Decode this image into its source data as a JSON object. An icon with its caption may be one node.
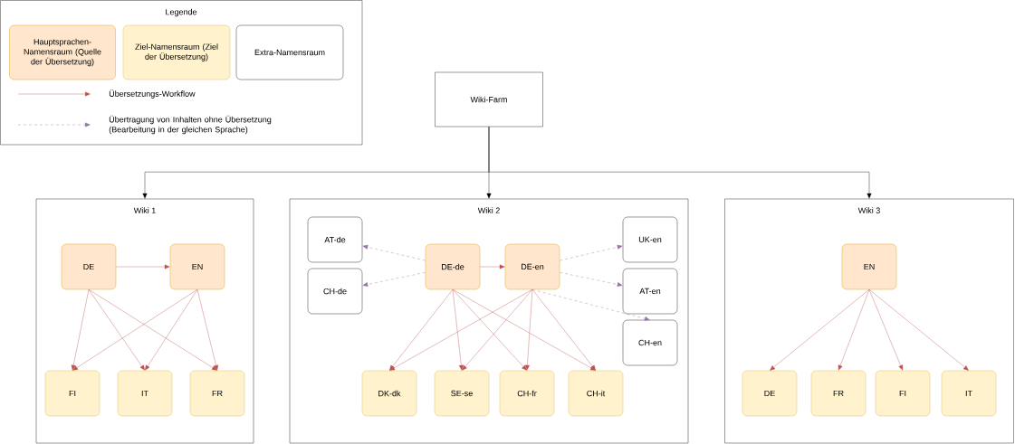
{
  "diagram": {
    "nodes": [
      {
        "text": [
          "Wiki-Farm"
        ]
      },
      {
        "text": [
          "Wiki 1"
        ]
      },
      {
        "text": [
          "DE"
        ],
        "in": 1
      },
      {
        "text": [
          "EN"
        ],
        "in": 1
      },
      {
        "text": [
          "FI"
        ],
        "in": 1
      },
      {
        "text": [
          "IT"
        ],
        "in": 1
      },
      {
        "text": [
          "FR"
        ],
        "in": 1
      },
      {
        "text": [
          "Wiki 2"
        ]
      },
      {
        "text": [
          "AT-de"
        ],
        "in": 7
      },
      {
        "text": [
          "CH-de"
        ],
        "in": 7
      },
      {
        "text": [
          "DE-de"
        ],
        "in": 7
      },
      {
        "text": [
          "DE-en"
        ],
        "in": 7
      },
      {
        "text": [
          "UK-en"
        ],
        "in": 7
      },
      {
        "text": [
          "AT-en"
        ],
        "in": 7
      },
      {
        "text": [
          "CH-en"
        ],
        "in": 7
      },
      {
        "text": [
          "DK-dk"
        ],
        "in": 7
      },
      {
        "text": [
          "SE-se"
        ],
        "in": 7
      },
      {
        "text": [
          "CH-fr"
        ],
        "in": 7
      },
      {
        "text": [
          "CH-it"
        ],
        "in": 7
      },
      {
        "text": [
          "Wiki 3"
        ]
      },
      {
        "text": [
          "EN"
        ],
        "in": 19
      },
      {
        "text": [
          "DE"
        ],
        "in": 19
      },
      {
        "text": [
          "FR"
        ],
        "in": 19
      },
      {
        "text": [
          "FI"
        ],
        "in": 19
      },
      {
        "text": [
          "IT"
        ],
        "in": 19
      }
    ],
    "edges": [
      {
        "from": 0,
        "to": 1,
        "arrow": "to",
        "color": "#000000"
      },
      {
        "from": 0,
        "to": 7,
        "arrow": "to",
        "color": "#000000"
      },
      {
        "from": 0,
        "to": 19,
        "arrow": "to",
        "color": "#000000"
      },
      {
        "from": 2,
        "to": 3,
        "arrow": "to"
      },
      {
        "from": 2,
        "to": 4,
        "arrow": "to"
      },
      {
        "from": 2,
        "to": 5,
        "arrow": "to"
      },
      {
        "from": 2,
        "to": 6,
        "arrow": "to"
      },
      {
        "from": 3,
        "to": 4,
        "arrow": "to"
      },
      {
        "from": 3,
        "to": 5,
        "arrow": "to"
      },
      {
        "from": 3,
        "to": 6,
        "arrow": "to"
      },
      {
        "from": 10,
        "to": 11,
        "arrow": "to"
      },
      {
        "from": 10,
        "to": 8,
        "arrow": "to",
        "style": "dashed",
        "color": "#9673a6"
      },
      {
        "from": 10,
        "to": 9,
        "arrow": "to",
        "style": "dashed",
        "color": "#9673a6"
      },
      {
        "from": 11,
        "to": 12,
        "arrow": "to",
        "style": "dashed",
        "color": "#9673a6"
      },
      {
        "from": 11,
        "to": 13,
        "arrow": "to",
        "style": "dashed",
        "color": "#9673a6"
      },
      {
        "from": 11,
        "to": 14,
        "arrow": "to",
        "style": "dashed",
        "color": "#9673a6"
      },
      {
        "from": 10,
        "to": 15,
        "arrow": "to"
      },
      {
        "from": 10,
        "to": 16,
        "arrow": "to"
      },
      {
        "from": 10,
        "to": 17,
        "arrow": "to"
      },
      {
        "from": 10,
        "to": 18,
        "arrow": "to"
      },
      {
        "from": 11,
        "to": 15,
        "arrow": "to"
      },
      {
        "from": 11,
        "to": 16,
        "arrow": "to"
      },
      {
        "from": 11,
        "to": 17,
        "arrow": "to"
      },
      {
        "from": 11,
        "to": 18,
        "arrow": "to"
      },
      {
        "from": 20,
        "to": 21,
        "arrow": "to"
      },
      {
        "from": 20,
        "to": 22,
        "arrow": "to"
      },
      {
        "from": 20,
        "to": 23,
        "arrow": "to"
      },
      {
        "from": 20,
        "to": 24,
        "arrow": "to"
      }
    ],
    "labels": [
      "Legende"
    ],
    "legend": [
      {
        "text": "Hauptsprachen-Namensraum (Quelle der Übersetzung)",
        "color": "#ffe6cc"
      },
      {
        "text": "Ziel-Namensraum (Ziel der Übersetzung)",
        "color": "#fff2cc"
      },
      {
        "text": "Extra-Namensraum"
      },
      {
        "text": "Übersetzungs-Workflow"
      },
      {
        "text": "Übertragung von Inhalten ohne Übersetzung (Bearbeitung in der gleichen Sprache)"
      }
    ]
  }
}
